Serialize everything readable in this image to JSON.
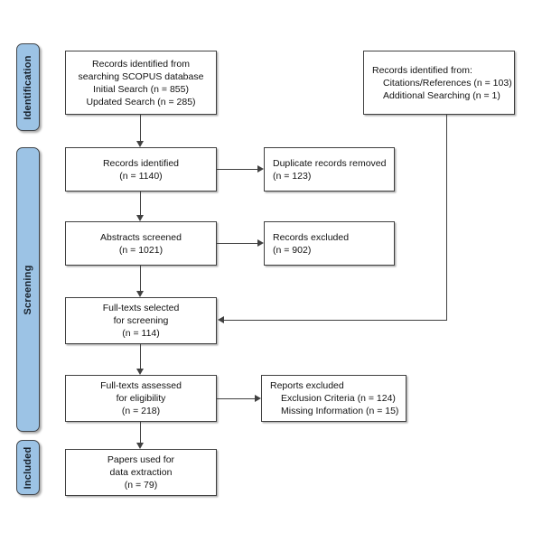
{
  "diagram": {
    "type": "prisma-flow-diagram",
    "colors": {
      "phase_bar_fill": "#9cc3e5",
      "phase_bar_border": "#41464b",
      "box_border": "#404040",
      "connector": "#404040",
      "background": "#ffffff",
      "text": "#111111"
    },
    "phases": [
      {
        "id": "identification",
        "label": "Identification"
      },
      {
        "id": "screening",
        "label": "Screening"
      },
      {
        "id": "included",
        "label": "Included"
      }
    ],
    "boxes": {
      "records_identified_scopus": {
        "lines": [
          "Records identified from",
          "searching SCOPUS database",
          "Initial Search (n = 855)",
          "Updated Search (n = 285)"
        ]
      },
      "records_identified_other": {
        "lines": [
          "Records identified from:",
          "Citations/References (n = 103)",
          "Additional Searching (n = 1)"
        ]
      },
      "records_identified_total": {
        "lines": [
          "Records identified",
          "(n = 1140)"
        ]
      },
      "duplicates_removed": {
        "lines": [
          "Duplicate records removed",
          "(n = 123)"
        ]
      },
      "abstracts_screened": {
        "lines": [
          "Abstracts screened",
          "(n = 1021)"
        ]
      },
      "records_excluded": {
        "lines": [
          "Records excluded",
          "(n = 902)"
        ]
      },
      "fulltexts_selected": {
        "lines": [
          "Full-texts selected",
          "for screening",
          "(n = 114)"
        ]
      },
      "fulltexts_assessed": {
        "lines": [
          "Full-texts assessed",
          "for eligibility",
          "(n = 218)"
        ]
      },
      "reports_excluded": {
        "lines": [
          "Reports excluded",
          "Exclusion Criteria (n = 124)",
          "Missing Information (n = 15)"
        ]
      },
      "papers_used": {
        "lines": [
          "Papers used for",
          "data extraction",
          "(n = 79)"
        ]
      }
    }
  }
}
